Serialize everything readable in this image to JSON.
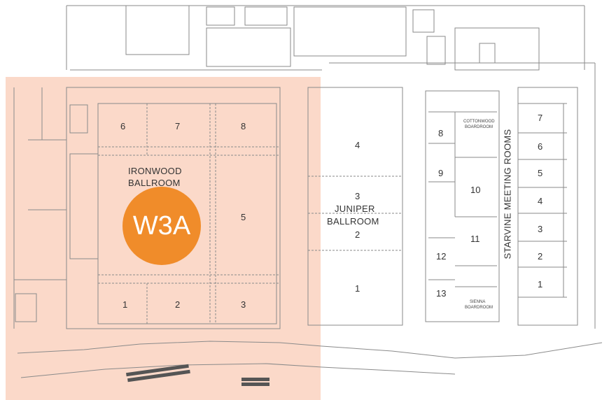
{
  "highlight_color": "#FBD9C9",
  "badge": {
    "text": "W3A",
    "color": "#F08C2A"
  },
  "ironwood": {
    "name_line1": "IRONWOOD",
    "name_line2": "BALLROOM",
    "rooms": [
      "6",
      "7",
      "8",
      "5",
      "1",
      "2",
      "3"
    ]
  },
  "juniper": {
    "name_line1": "JUNIPER",
    "name_line2": "BALLROOM",
    "rooms": [
      "4",
      "3",
      "2",
      "1"
    ]
  },
  "center_block": {
    "rooms": [
      "8",
      "9",
      "10",
      "11",
      "12",
      "13"
    ],
    "cottonwood_line1": "COTTONWOOD",
    "cottonwood_line2": "BOARDROOM",
    "sienna_line1": "SIENNA",
    "sienna_line2": "BOARDROOM"
  },
  "starvine": {
    "name": "STARVINE MEETING ROOMS",
    "rooms": [
      "7",
      "6",
      "5",
      "4",
      "3",
      "2",
      "1"
    ]
  },
  "icons": [
    "elevator-icon",
    "escalator-icon",
    "stair-icon"
  ]
}
